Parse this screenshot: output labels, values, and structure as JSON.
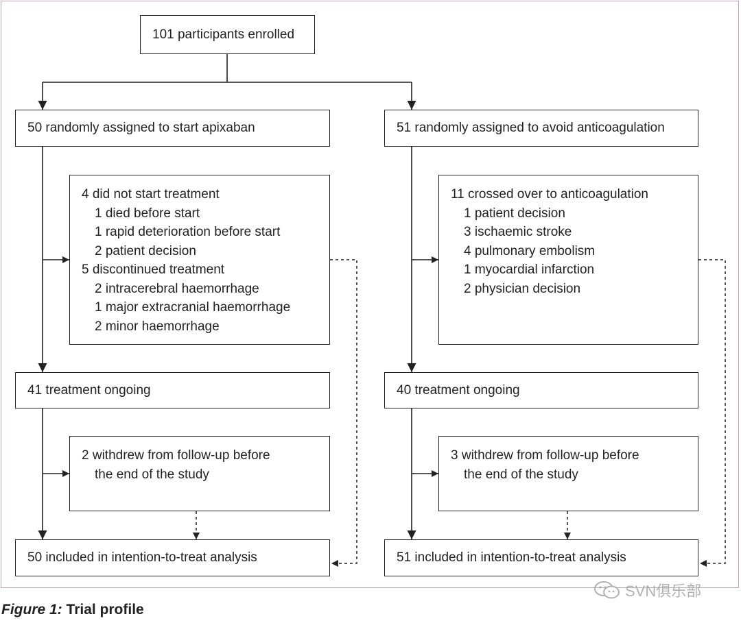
{
  "enrolled": "101 participants enrolled",
  "left": {
    "assigned": "50 randomly assigned to start apixaban",
    "exclusions": [
      {
        "text": "4 did not start treatment",
        "level": 0
      },
      {
        "text": "1 died before start",
        "level": 1
      },
      {
        "text": "1 rapid deterioration before start",
        "level": 1
      },
      {
        "text": "2 patient decision",
        "level": 1
      },
      {
        "text": "5 discontinued treatment",
        "level": 0
      },
      {
        "text": "2 intracerebral haemorrhage",
        "level": 1
      },
      {
        "text": "1 major extracranial haemorrhage",
        "level": 1
      },
      {
        "text": "2 minor haemorrhage",
        "level": 1
      }
    ],
    "ongoing": "41 treatment ongoing",
    "withdrew_line1": "2 withdrew from follow-up before",
    "withdrew_line2": "the end of the study",
    "analysis": "50 included in intention-to-treat analysis"
  },
  "right": {
    "assigned": "51 randomly assigned to avoid anticoagulation",
    "exclusions": [
      {
        "text": "11 crossed over to anticoagulation",
        "level": 0
      },
      {
        "text": "1 patient decision",
        "level": 1
      },
      {
        "text": "3 ischaemic stroke",
        "level": 1
      },
      {
        "text": "4 pulmonary embolism",
        "level": 1
      },
      {
        "text": "1 myocardial infarction",
        "level": 1
      },
      {
        "text": "2 physician decision",
        "level": 1
      }
    ],
    "ongoing": "40 treatment ongoing",
    "withdrew_line1": "3 withdrew from follow-up before",
    "withdrew_line2": "the end of the study",
    "analysis": "51 included in intention-to-treat analysis"
  },
  "caption": {
    "label": "Figure 1:",
    "text": " Trial profile"
  },
  "watermark": "SVN俱乐部",
  "colors": {
    "stroke": "#222222",
    "frame": "#c9a0b0",
    "watermark": "#b0b0b0"
  }
}
